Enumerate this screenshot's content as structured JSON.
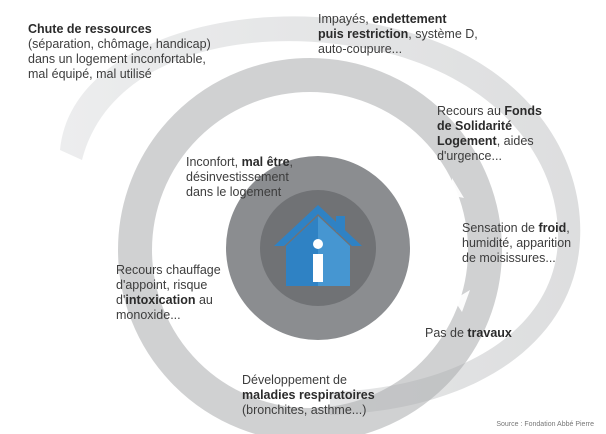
{
  "colors": {
    "outer_band": "#d9dadb",
    "outer_band_light": "#eaebec",
    "inner_ring": "#a9abad",
    "inner_disc": "#8b8d90",
    "center_disc": "#707275",
    "house_blue": "#2f82c4",
    "house_light": "#5aa7dd",
    "arrow_fill": "#ffffff"
  },
  "icons": {
    "center": "house-icon"
  },
  "labels": {
    "chute": {
      "title": "Chute de ressources",
      "l1": "(séparation, chômage, handicap)",
      "l2": "dans un logement inconfortable,",
      "l3": "mal équipé, mal utilisé"
    },
    "impayes": {
      "a": "Impayés, ",
      "b": "endettement",
      "c": "puis restriction",
      "d": ", système D,",
      "e": "auto-coupure..."
    },
    "fonds": {
      "a": "Recours au ",
      "b": "Fonds",
      "c": "de Solidarité",
      "d": "Logement",
      "e": ", aides",
      "f": "d'urgence..."
    },
    "froid": {
      "a": "Sensation de ",
      "b": "froid",
      "c": ",",
      "d": "humidité, apparition",
      "e": "de moisissures..."
    },
    "travaux": {
      "a": "Pas de ",
      "b": "travaux"
    },
    "maladies": {
      "a": "Développement de",
      "b": "maladies respiratoires",
      "c": "(bronchites, asthme...)"
    },
    "chauffage": {
      "a": "Recours chauffage",
      "b": "d'appoint, risque",
      "c": "d'",
      "d": "intoxication",
      "e": " au",
      "f": "monoxide..."
    },
    "inconfort": {
      "a": "Inconfort, ",
      "b": "mal être",
      "c": ",",
      "d": "désinvestissement",
      "e": "dans le logement"
    }
  },
  "source": "Source : Fondation Abbé Pierre"
}
